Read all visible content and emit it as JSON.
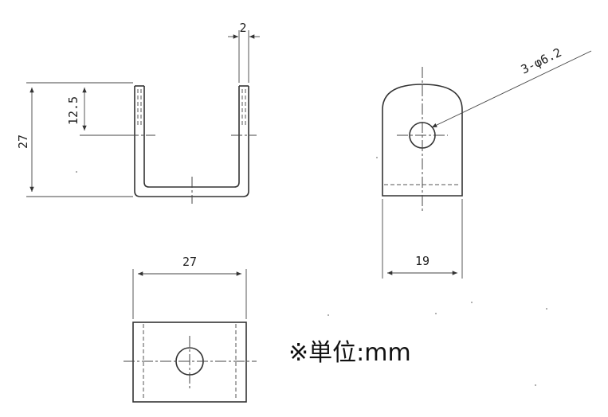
{
  "dimensions": {
    "height_total": "27",
    "height_partial": "12.5",
    "thickness": "2",
    "width_bottom": "27",
    "width_side": "19",
    "hole_callout": "3-φ6.2"
  },
  "unit_note": "※単位:mm"
}
